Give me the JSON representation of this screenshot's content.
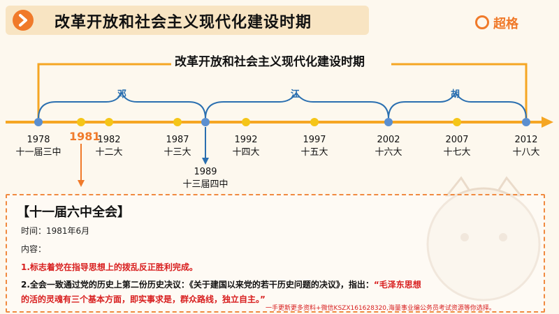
{
  "header": {
    "title": "改革开放和社会主义现代化建设时期"
  },
  "brand": {
    "name": "超格"
  },
  "timeline": {
    "title": "改革开放和社会主义现代化建设时期",
    "eras": [
      "邓",
      "江",
      "胡"
    ],
    "events": [
      {
        "year": "1978",
        "label": "十一届三中"
      },
      {
        "year": "1981",
        "label": ""
      },
      {
        "year": "1982",
        "label": "十二大"
      },
      {
        "year": "1987",
        "label": "十三大"
      },
      {
        "year": "1989",
        "label": "十三届四中"
      },
      {
        "year": "1992",
        "label": "十四大"
      },
      {
        "year": "1997",
        "label": "十五大"
      },
      {
        "year": "2002",
        "label": "十六大"
      },
      {
        "year": "2007",
        "label": "十七大"
      },
      {
        "year": "2012",
        "label": "十八大"
      }
    ]
  },
  "note": {
    "title": "【十一届六中全会】",
    "time": "时间：1981年6月",
    "content_label": "内容：",
    "point1": "1.标志着党在指导思想上的拨乱反正胜利完成。",
    "point2_prefix": "2.全会一致通过党的历史上第二份历史决议：《关于建国以来党的若干历史问题的决议》，指出：",
    "point2_quote_start": "“毛泽东思想",
    "point2_quote_end": "的活的灵魂有三个基本方面，即实事求是，群众路线，独立自主。”",
    "footer": "一手更新更多资料+微信KSZX161628320,海量事业编公务员考试资源等你选择。"
  }
}
